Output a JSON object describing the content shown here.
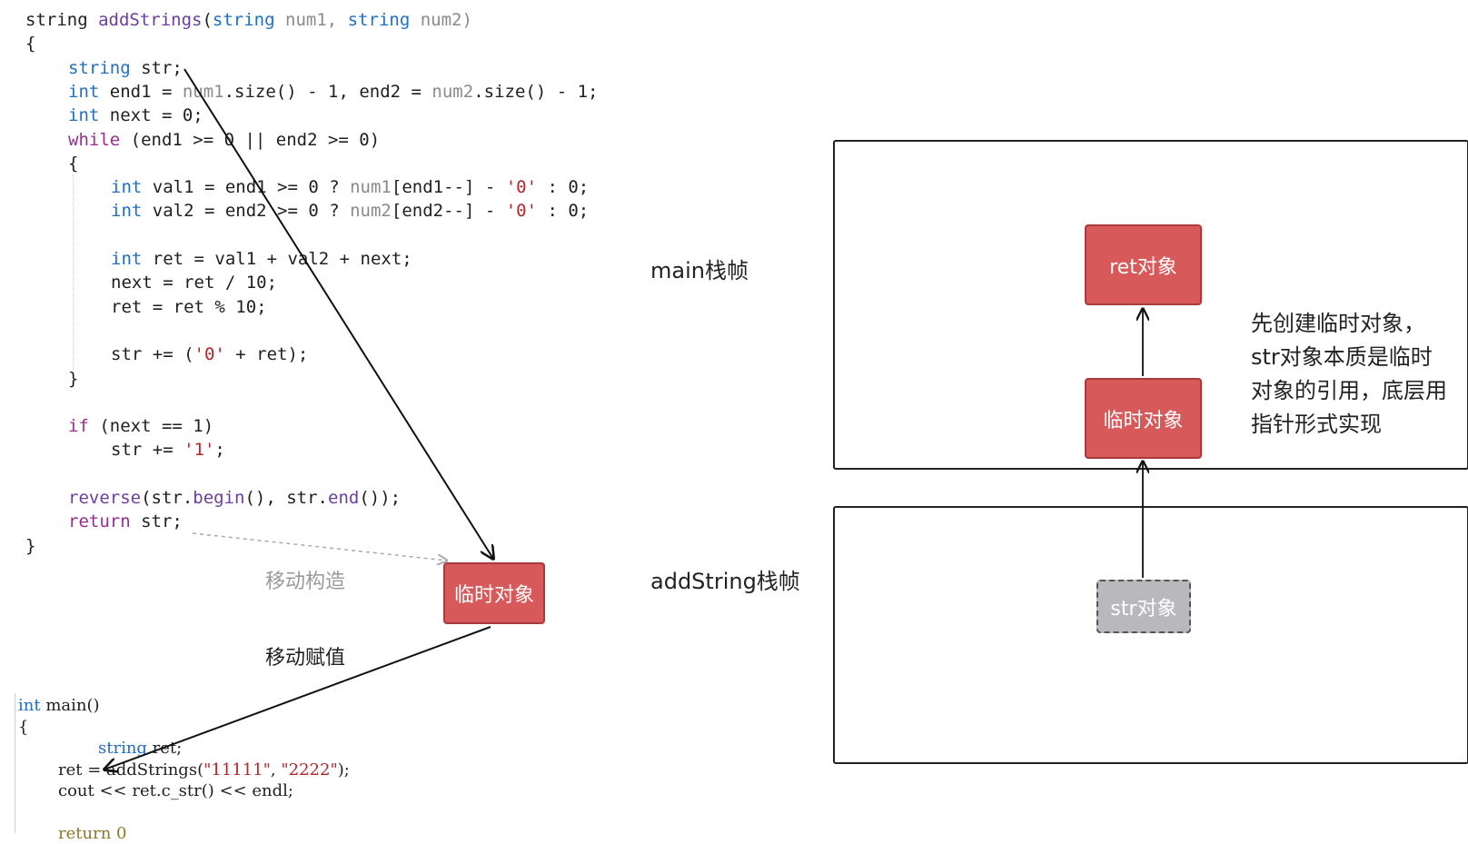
{
  "code_add": [
    {
      "indent": 0,
      "parts": [
        {
          "t": "string ",
          "c": ""
        },
        {
          "t": "addStrings",
          "c": "fn"
        },
        {
          "t": "(",
          "c": ""
        },
        {
          "t": "string",
          "c": "kw"
        },
        {
          "t": " num1, ",
          "c": "num"
        },
        {
          "t": "string",
          "c": "kw"
        },
        {
          "t": " num2)",
          "c": "num"
        }
      ]
    },
    {
      "indent": 0,
      "parts": [
        {
          "t": "{",
          "c": ""
        }
      ]
    },
    {
      "indent": 1,
      "parts": [
        {
          "t": "string",
          "c": "kw"
        },
        {
          "t": " str;",
          "c": ""
        }
      ]
    },
    {
      "indent": 1,
      "parts": [
        {
          "t": "int",
          "c": "kw"
        },
        {
          "t": " end1 = ",
          "c": ""
        },
        {
          "t": "num1",
          "c": "num"
        },
        {
          "t": ".size() - 1, ",
          "c": ""
        },
        {
          "t": "end2",
          "c": ""
        },
        {
          "t": " = ",
          "c": ""
        },
        {
          "t": "num2",
          "c": "num"
        },
        {
          "t": ".size() - 1;",
          "c": ""
        }
      ]
    },
    {
      "indent": 1,
      "parts": [
        {
          "t": "int",
          "c": "kw"
        },
        {
          "t": " next = 0;",
          "c": ""
        }
      ]
    },
    {
      "indent": 1,
      "parts": [
        {
          "t": "while",
          "c": "ctl"
        },
        {
          "t": " (end1 >= 0 || end2 >= 0)",
          "c": ""
        }
      ]
    },
    {
      "indent": 1,
      "parts": [
        {
          "t": "{",
          "c": ""
        }
      ]
    },
    {
      "indent": 2,
      "parts": [
        {
          "t": "int",
          "c": "kw"
        },
        {
          "t": " val1 = end1 >= 0 ? ",
          "c": ""
        },
        {
          "t": "num1",
          "c": "num"
        },
        {
          "t": "[end1--] - ",
          "c": ""
        },
        {
          "t": "'0'",
          "c": "chr"
        },
        {
          "t": " : 0;",
          "c": ""
        }
      ]
    },
    {
      "indent": 2,
      "parts": [
        {
          "t": "int",
          "c": "kw"
        },
        {
          "t": " val2 = end2 >= 0 ? ",
          "c": ""
        },
        {
          "t": "num2",
          "c": "num"
        },
        {
          "t": "[end2--] - ",
          "c": ""
        },
        {
          "t": "'0'",
          "c": "chr"
        },
        {
          "t": " : 0;",
          "c": ""
        }
      ]
    },
    {
      "indent": 2,
      "parts": [
        {
          "t": "",
          "c": ""
        }
      ]
    },
    {
      "indent": 2,
      "parts": [
        {
          "t": "int",
          "c": "kw"
        },
        {
          "t": " ret = val1 + val2 + next;",
          "c": ""
        }
      ]
    },
    {
      "indent": 2,
      "parts": [
        {
          "t": "next = ret / 10;",
          "c": ""
        }
      ]
    },
    {
      "indent": 2,
      "parts": [
        {
          "t": "ret = ret % 10;",
          "c": ""
        }
      ]
    },
    {
      "indent": 2,
      "parts": [
        {
          "t": "",
          "c": ""
        }
      ]
    },
    {
      "indent": 2,
      "parts": [
        {
          "t": "str += (",
          "c": ""
        },
        {
          "t": "'0'",
          "c": "chr"
        },
        {
          "t": " + ret);",
          "c": ""
        }
      ]
    },
    {
      "indent": 1,
      "parts": [
        {
          "t": "}",
          "c": ""
        }
      ]
    },
    {
      "indent": 1,
      "parts": [
        {
          "t": "",
          "c": ""
        }
      ]
    },
    {
      "indent": 1,
      "parts": [
        {
          "t": "if",
          "c": "ctl"
        },
        {
          "t": " (next == 1)",
          "c": ""
        }
      ]
    },
    {
      "indent": 2,
      "parts": [
        {
          "t": "str += ",
          "c": ""
        },
        {
          "t": "'1'",
          "c": "chr"
        },
        {
          "t": ";",
          "c": ""
        }
      ]
    },
    {
      "indent": 1,
      "parts": [
        {
          "t": "",
          "c": ""
        }
      ]
    },
    {
      "indent": 1,
      "parts": [
        {
          "t": "reverse",
          "c": "fn"
        },
        {
          "t": "(str.",
          "c": ""
        },
        {
          "t": "begin",
          "c": "fn"
        },
        {
          "t": "(), str.",
          "c": ""
        },
        {
          "t": "end",
          "c": "fn"
        },
        {
          "t": "());",
          "c": ""
        }
      ]
    },
    {
      "indent": 1,
      "parts": [
        {
          "t": "return",
          "c": "ctl"
        },
        {
          "t": " str;",
          "c": ""
        }
      ]
    },
    {
      "indent": 0,
      "parts": [
        {
          "t": "}",
          "c": ""
        }
      ]
    }
  ],
  "code_main": [
    {
      "indent": 0,
      "parts": [
        {
          "t": "int",
          "c": "kw"
        },
        {
          "t": " main()",
          "c": ""
        }
      ]
    },
    {
      "indent": 0,
      "parts": [
        {
          "t": "{",
          "c": ""
        }
      ]
    },
    {
      "indent": 2,
      "parts": [
        {
          "t": "string",
          "c": "kw"
        },
        {
          "t": " ret;",
          "c": ""
        }
      ]
    },
    {
      "indent": 1,
      "parts": [
        {
          "t": "ret = addStrings(",
          "c": ""
        },
        {
          "t": "\"11111\"",
          "c": "str"
        },
        {
          "t": ", ",
          "c": ""
        },
        {
          "t": "\"2222\"",
          "c": "str"
        },
        {
          "t": ");",
          "c": ""
        }
      ]
    },
    {
      "indent": 1,
      "parts": [
        {
          "t": "cout << ret.c_str() << endl;",
          "c": ""
        }
      ]
    },
    {
      "indent": 1,
      "parts": [
        {
          "t": "",
          "c": ""
        }
      ]
    },
    {
      "indent": 1,
      "parts": [
        {
          "t": "return 0",
          "c": "ret"
        }
      ]
    }
  ],
  "labels": {
    "move_construct": "移动构造",
    "move_assign": "移动赋值",
    "main_frame": "main栈帧",
    "add_frame": "addString栈帧"
  },
  "objects": {
    "temp_left": "临时对象",
    "ret_obj": "ret对象",
    "temp_right": "临时对象",
    "str_obj": "str对象"
  },
  "note": "先创建临时对象，str对象本质是临时对象的引用，底层用指针形式实现",
  "colors": {
    "object_red": "#d7595a",
    "object_grey": "#b9b9bd",
    "keyword": "#1f6fc5",
    "char_literal": "#b3262b"
  }
}
